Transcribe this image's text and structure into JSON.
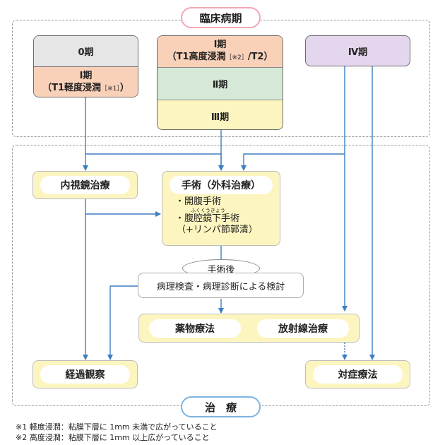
{
  "labels": {
    "stage": "臨床病期",
    "treatment": "治　療"
  },
  "stages": {
    "s0": "0期",
    "s1_line1": "Ⅰ期",
    "s1_line2": "（T1軽度浸潤",
    "s1_note": "［※1］",
    "s1_close": "）",
    "s1b_line1": "Ⅰ期",
    "s1b_line2": "（T1高度浸潤",
    "s1b_note": "［※2］",
    "s1b_close": "/T2）",
    "s2": "Ⅱ期",
    "s3": "Ⅲ期",
    "s4": "Ⅳ期"
  },
  "treatments": {
    "endoscopic": "内視鏡治療",
    "surgery": "手術（外科治療）",
    "open": "・開腹手術",
    "furigana": "ふくくうきょう",
    "lap": "・腹腔鏡下手術",
    "lymph": "（+リンパ節郭清）",
    "post": "手術後",
    "pathology": "病理検査・病理診断による検討",
    "drug": "薬物療法",
    "radiation": "放射線治療",
    "observe": "経過観察",
    "palliative": "対症療法"
  },
  "footnotes": [
    "※1 軽度浸潤：粘膜下層に 1mm 未満で広がっていること",
    "※2 高度浸潤：粘膜下層に 1mm 以上広がっていること"
  ],
  "colors": {
    "arrow": "#3d7fc0",
    "pink_border": "#f2a7b4",
    "blue_border": "#7eb4df",
    "gray": "#e6e6e6",
    "salmon": "#f9d1b9",
    "green": "#d6e9d6",
    "yellow": "#fdf5bf",
    "lavender": "#e4d6ec"
  }
}
